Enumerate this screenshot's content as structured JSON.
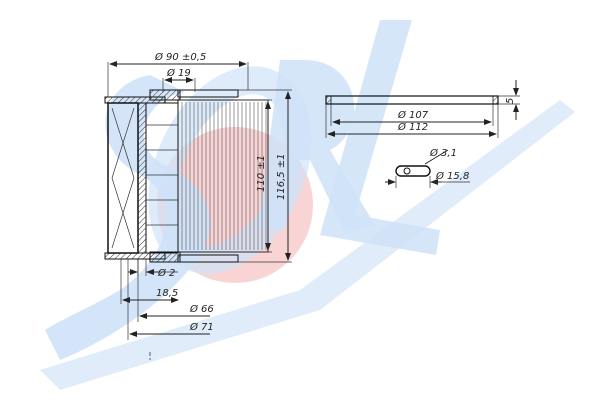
{
  "watermark": {
    "text": "SORL",
    "letter_color": "#cfe2f8",
    "circle_color": "#f7c6c6"
  },
  "filter_element": {
    "outer_diameter": "Ø 90 ±0,5",
    "top_hole": "Ø 19",
    "height_inner": "110 ±1",
    "height_total": "116,5 ±1",
    "wall": "Ø 2",
    "offset": "18,5",
    "inner_diameter": "Ø 66",
    "outer_diameter_2": "Ø 71"
  },
  "gasket": {
    "inner_diameter": "Ø 107",
    "outer_diameter": "Ø 112",
    "thickness": "5"
  },
  "clip": {
    "wire_diameter": "Ø 3,1",
    "hole_diameter": "Ø 15,8"
  }
}
